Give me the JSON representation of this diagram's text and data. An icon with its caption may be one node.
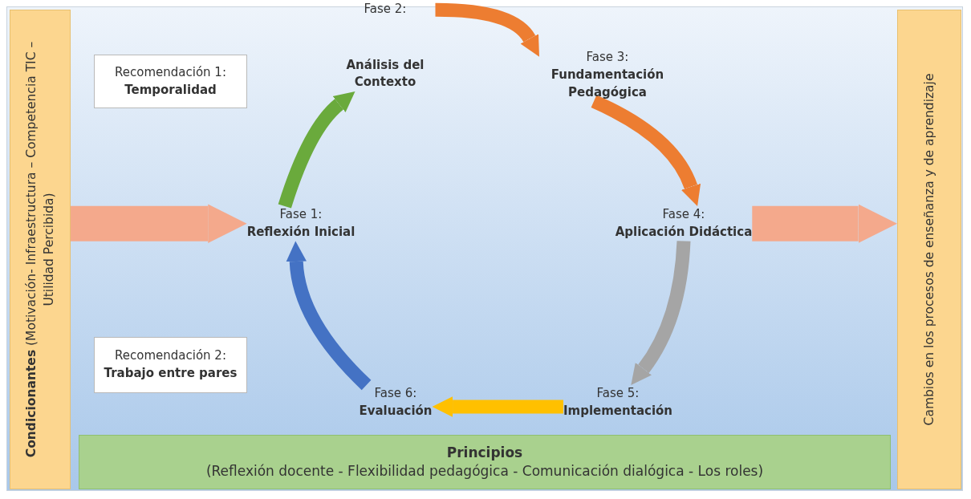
{
  "diagram": {
    "nodes": [
      {
        "text": [
          "**Condicionantes** (Motivación- Infraestructura – Competencia TIC – Utilidad Percibida)"
        ]
      },
      {
        "text": [
          "Cambios en los procesos de enseñanza y de aprendizaje"
        ]
      },
      {
        "text": [
          "Principios",
          "(Reflexión docente - Flexibilidad pedagógica - Comunicación dialógica - Los roles)"
        ]
      },
      {
        "text": [
          "Recomendación 1:",
          "Temporalidad"
        ]
      },
      {
        "text": [
          "Recomendación 2:",
          "Trabajo entre pares"
        ]
      },
      {
        "text": [
          "Fase 1:",
          "Reflexión Inicial"
        ]
      },
      {
        "text": [
          "Fase 2:",
          "Análisis del Contexto"
        ]
      },
      {
        "text": [
          "Fase 3:",
          "Fundamentación Pedagógica"
        ]
      },
      {
        "text": [
          "Fase 4:",
          "Aplicación Didáctica"
        ]
      },
      {
        "text": [
          "Fase 5:",
          "Implementación"
        ]
      },
      {
        "text": [
          "Fase 6:",
          "Evaluación"
        ]
      }
    ],
    "edges": [
      {
        "from": 0,
        "to": 5,
        "arrow": "to",
        "style": "thick",
        "color": "#f4a98c"
      },
      {
        "from": 5,
        "to": 6,
        "arrow": "to",
        "color": "#6aaa3c"
      },
      {
        "from": 6,
        "to": 7,
        "arrow": "to",
        "color": "#ed7d31"
      },
      {
        "from": 7,
        "to": 8,
        "arrow": "to",
        "color": "#ed7d31"
      },
      {
        "from": 8,
        "to": 9,
        "arrow": "to",
        "color": "#a5a5a5"
      },
      {
        "from": 9,
        "to": 10,
        "arrow": "to",
        "color": "#ffc000"
      },
      {
        "from": 10,
        "to": 5,
        "arrow": "to",
        "color": "#4472c4"
      },
      {
        "from": 8,
        "to": 1,
        "arrow": "to",
        "style": "thick",
        "color": "#f4a98c"
      }
    ]
  }
}
